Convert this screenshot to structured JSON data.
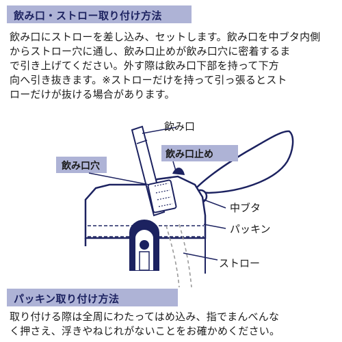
{
  "section1": {
    "title": "飲み口・ストロー取り付け方法",
    "body": "飲み口にストローを差し込み、セットします。飲み口を中ブタ内側\nからストロー穴に通し、飲み口止めが飲み口穴に密着するま\nで引き上げてください。外す際は飲み口下部を持って下方\n向へ引き抜きます。※ストローだけを持って引っ張るとスト\nローだけが抜ける場合があります。"
  },
  "diagram": {
    "labels": {
      "mouthpiece": "飲み口",
      "mouthpiece_stopper": "飲み口止め",
      "mouthpiece_hole": "飲み口穴",
      "inner_lid": "中ブタ",
      "gasket": "パッキン",
      "straw": "ストロー"
    }
  },
  "section2": {
    "title": "パッキン取り付け方法",
    "body": "取り付ける際は全周にわたってはめ込み、指でまんべんな\nく押さえ、浮きやねじれがないことをお確かめください。"
  },
  "colors": {
    "navy": "#1c2260",
    "band": "#aeb3d6",
    "gray_dash": "#9a9a9a"
  }
}
